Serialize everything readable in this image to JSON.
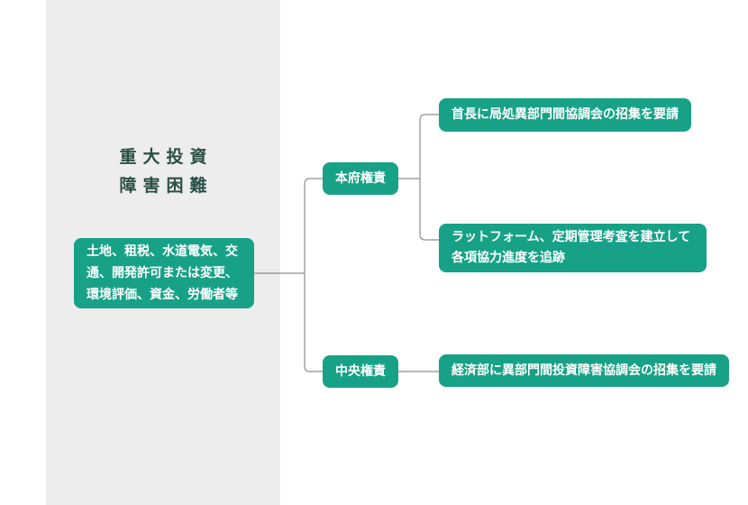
{
  "colors": {
    "accent": "#17a287",
    "panel_bg": "#ededed",
    "line": "#8d8d8d",
    "title_text": "#2b4f44",
    "node_text": "#ffffff",
    "page_bg": "#ffffff"
  },
  "panel": {
    "title_line1": "重大投資",
    "title_line2": "障害困難"
  },
  "root_node": {
    "label": "土地、租税、水道電気、交通、開発許可または変更、環境評価、資金、労働者等"
  },
  "branches": [
    {
      "label": "本府権責",
      "children": [
        "首長に局処異部門間協調会の招集を要請",
        "ラットフォーム、定期管理考査を建立して各項協力進度を追跡"
      ]
    },
    {
      "label": "中央権責",
      "children": [
        "経済部に異部門間投資障害協調会の招集を要請"
      ]
    }
  ]
}
